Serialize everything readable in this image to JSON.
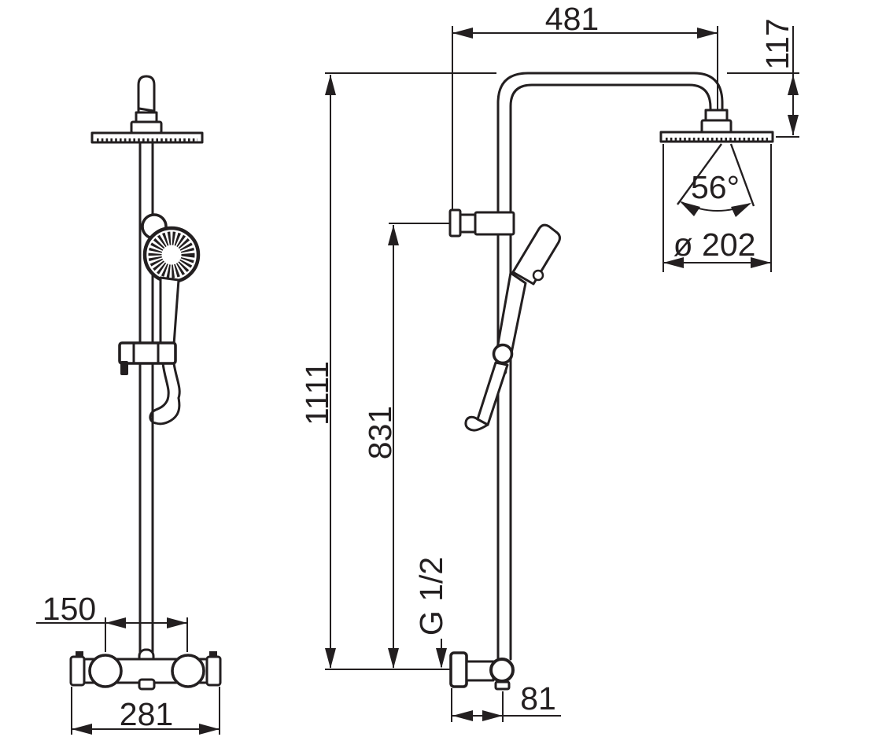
{
  "drawing": {
    "background_color": "#ffffff",
    "ink_color": "#231f20",
    "views": [
      "front-view",
      "side-view"
    ],
    "dimensions": {
      "arm_reach": "481",
      "head_drop": "117",
      "spray_angle": "56°",
      "head_diameter": "ø 202",
      "total_height": "1111",
      "bracket_height": "831",
      "connection_thread": "G 1/2",
      "mixer_depth": "81",
      "connection_spacing": "150",
      "mixer_width": "281"
    }
  }
}
